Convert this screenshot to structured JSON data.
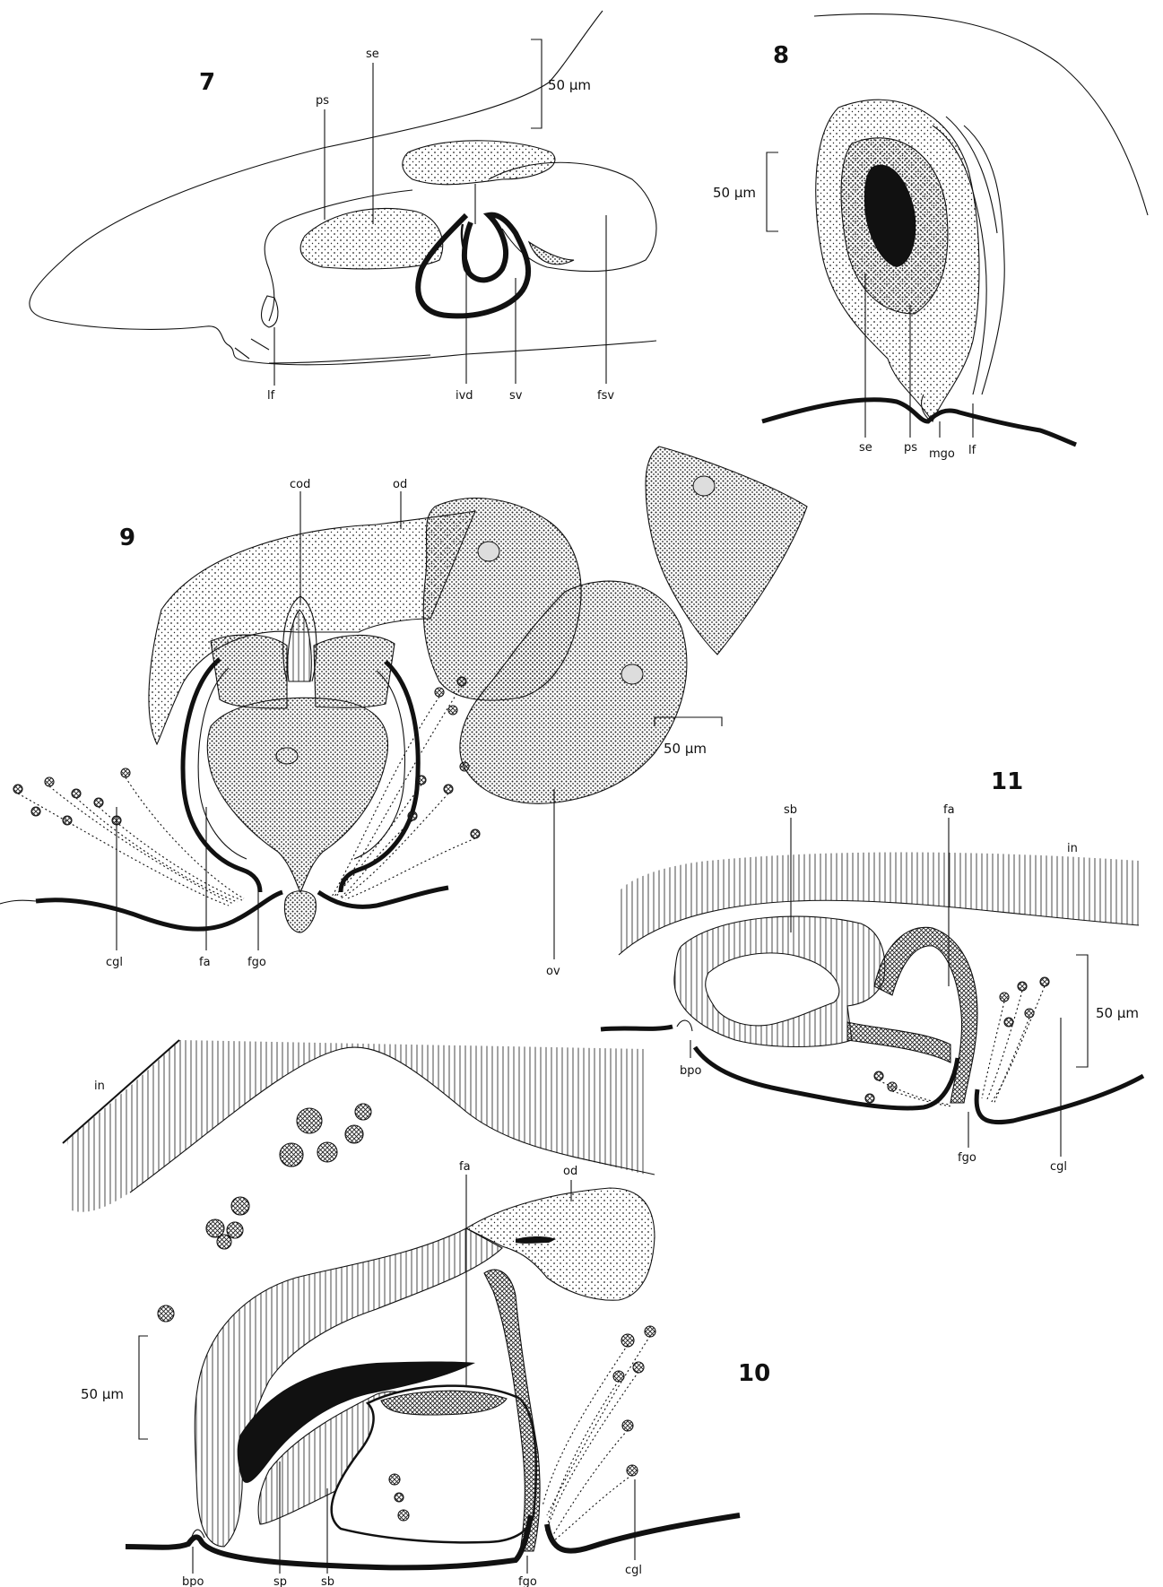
{
  "figures": {
    "fig7": {
      "number": "7",
      "scale": "50 µm",
      "labels": {
        "se": "se",
        "ps": "ps",
        "lf": "lf",
        "ivd": "ivd",
        "sv": "sv",
        "fsv": "fsv"
      }
    },
    "fig8": {
      "number": "8",
      "scale": "50 µm",
      "labels": {
        "se": "se",
        "ps": "ps",
        "mgo": "mgo",
        "lf": "lf"
      }
    },
    "fig9": {
      "number": "9",
      "scale": "50 µm",
      "labels": {
        "cod": "cod",
        "od": "od",
        "cgl": "cgl",
        "fa": "fa",
        "fgo": "fgo",
        "ov": "ov"
      }
    },
    "fig11": {
      "number": "11",
      "scale": "50 µm",
      "labels": {
        "sb": "sb",
        "fa": "fa",
        "in": "in",
        "bpo": "bpo",
        "fgo": "fgo",
        "cgl": "cgl"
      }
    },
    "fig10": {
      "number": "10",
      "scale": "50 µm",
      "labels": {
        "in": "in",
        "fa": "fa",
        "od": "od",
        "bpo": "bpo",
        "sp": "sp",
        "sb": "sb",
        "fgo": "fgo",
        "cgl": "cgl"
      }
    }
  }
}
